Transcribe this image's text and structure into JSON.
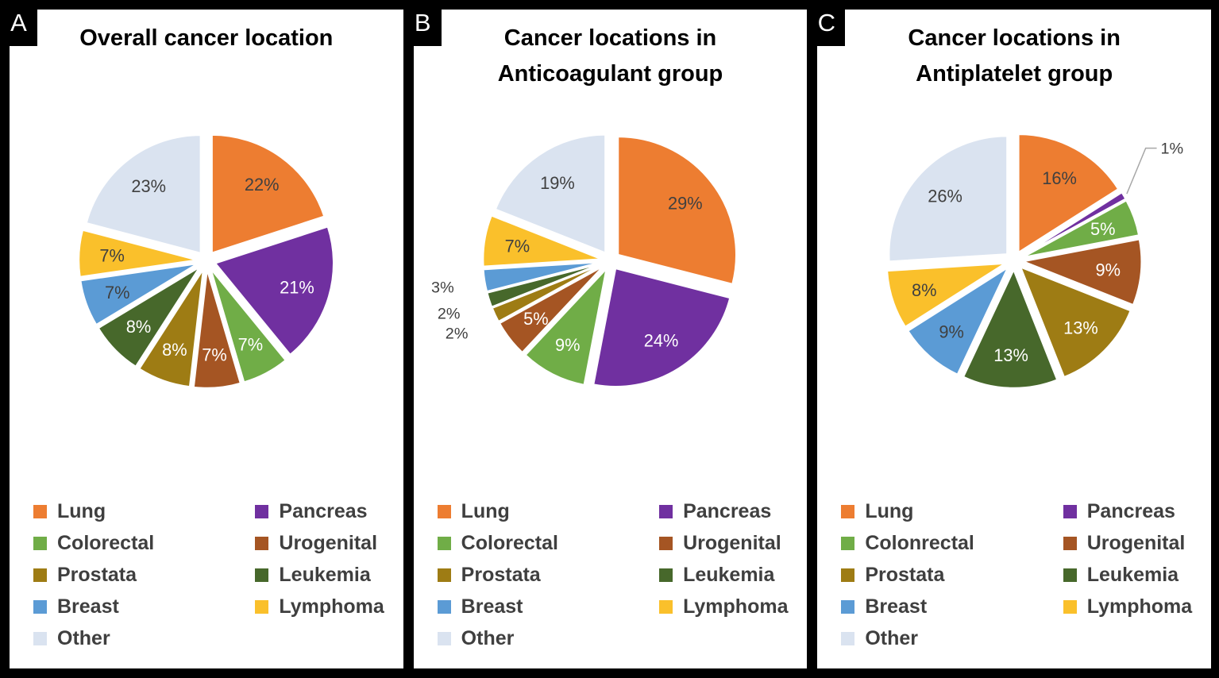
{
  "colors": {
    "frame": "#000000",
    "panel_bg": "#FFFFFF",
    "title_text": "#000000",
    "legend_text": "#3F3F3F",
    "label_dark": "#404040",
    "label_light": "#FFFFFF",
    "leader_line": "#A6A6A6",
    "lung": "#ED7D31",
    "pancreas": "#7030A0",
    "colorectal": "#70AD47",
    "urogenital": "#A55523",
    "prostata": "#9E7C14",
    "leukemia": "#47682B",
    "breast": "#5B9BD5",
    "lymphoma": "#FAC02B",
    "other": "#DAE3F0"
  },
  "chart_data": [
    {
      "type": "pie",
      "title": "Overall cancer location",
      "start_angle_deg": 0,
      "clockwise": true,
      "exploded": true,
      "legend_position": "bottom-two-columns",
      "categories": [
        "Lung",
        "Pancreas",
        "Colorectal",
        "Urogenital",
        "Prostata",
        "Leukemia",
        "Breast",
        "Lymphoma",
        "Other"
      ],
      "values": [
        22,
        21,
        7,
        7,
        8,
        8,
        7,
        7,
        23
      ],
      "labels": [
        "22%",
        "21%",
        "7%",
        "7%",
        "8%",
        "8%",
        "7%",
        "7%",
        "23%"
      ],
      "colors": [
        "#ED7D31",
        "#7030A0",
        "#70AD47",
        "#A55523",
        "#9E7C14",
        "#47682B",
        "#5B9BD5",
        "#FAC02B",
        "#DAE3F0"
      ],
      "label_colors": [
        "#404040",
        "#FFFFFF",
        "#FFFFFF",
        "#FFFFFF",
        "#FFFFFF",
        "#FFFFFF",
        "#404040",
        "#404040",
        "#404040"
      ],
      "placements": [
        "inside",
        "inside",
        "inside",
        "inside",
        "inside",
        "inside",
        "inside",
        "inside",
        "inside"
      ]
    },
    {
      "type": "pie",
      "title": "Cancer locations in\nAnticoagulant group",
      "start_angle_deg": 0,
      "clockwise": true,
      "exploded": true,
      "legend_position": "bottom-two-columns",
      "categories": [
        "Lung",
        "Pancreas",
        "Colorectal",
        "Urogenital",
        "Prostata",
        "Leukemia",
        "Breast",
        "Lymphoma",
        "Other"
      ],
      "values": [
        29,
        24,
        9,
        5,
        2,
        2,
        3,
        7,
        19
      ],
      "labels": [
        "29%",
        "24%",
        "9%",
        "5%",
        "2%",
        "2%",
        "3%",
        "7%",
        "19%"
      ],
      "colors": [
        "#ED7D31",
        "#7030A0",
        "#70AD47",
        "#A55523",
        "#9E7C14",
        "#47682B",
        "#5B9BD5",
        "#FAC02B",
        "#DAE3F0"
      ],
      "label_colors": [
        "#404040",
        "#FFFFFF",
        "#FFFFFF",
        "#FFFFFF",
        "#404040",
        "#404040",
        "#404040",
        "#404040",
        "#404040"
      ],
      "placements": [
        "inside",
        "inside",
        "inside",
        "inside",
        "outside",
        "outside",
        "outside",
        "inside",
        "inside"
      ]
    },
    {
      "type": "pie",
      "title": "Cancer locations in\nAntiplatelet group",
      "start_angle_deg": 0,
      "clockwise": true,
      "exploded": true,
      "legend_position": "bottom-two-columns",
      "categories": [
        "Lung",
        "Pancreas",
        "Colonrectal",
        "Urogenital",
        "Prostata",
        "Leukemia",
        "Breast",
        "Lymphoma",
        "Other"
      ],
      "values": [
        16,
        1,
        5,
        9,
        13,
        13,
        9,
        8,
        26
      ],
      "labels": [
        "16%",
        "1%",
        "5%",
        "9%",
        "13%",
        "13%",
        "9%",
        "8%",
        "26%"
      ],
      "colors": [
        "#ED7D31",
        "#7030A0",
        "#70AD47",
        "#A55523",
        "#9E7C14",
        "#47682B",
        "#5B9BD5",
        "#FAC02B",
        "#DAE3F0"
      ],
      "label_colors": [
        "#404040",
        "#404040",
        "#FFFFFF",
        "#FFFFFF",
        "#FFFFFF",
        "#FFFFFF",
        "#404040",
        "#404040",
        "#404040"
      ],
      "placements": [
        "inside",
        "callout",
        "inside",
        "inside",
        "inside",
        "inside",
        "inside",
        "inside",
        "inside"
      ]
    }
  ],
  "panels": [
    {
      "letter": "A",
      "legend": {
        "left": [
          {
            "label": "Lung",
            "color": "#ED7D31"
          },
          {
            "label": "Colorectal",
            "color": "#70AD47"
          },
          {
            "label": "Prostata",
            "color": "#9E7C14"
          },
          {
            "label": "Breast",
            "color": "#5B9BD5"
          },
          {
            "label": "Other",
            "color": "#DAE3F0"
          }
        ],
        "right": [
          {
            "label": "Pancreas",
            "color": "#7030A0"
          },
          {
            "label": "Urogenital",
            "color": "#A55523"
          },
          {
            "label": "Leukemia",
            "color": "#47682B"
          },
          {
            "label": "Lymphoma",
            "color": "#FAC02B"
          }
        ]
      }
    },
    {
      "letter": "B",
      "legend": {
        "left": [
          {
            "label": "Lung",
            "color": "#ED7D31"
          },
          {
            "label": "Colorectal",
            "color": "#70AD47"
          },
          {
            "label": "Prostata",
            "color": "#9E7C14"
          },
          {
            "label": "Breast",
            "color": "#5B9BD5"
          },
          {
            "label": "Other",
            "color": "#DAE3F0"
          }
        ],
        "right": [
          {
            "label": "Pancreas",
            "color": "#7030A0"
          },
          {
            "label": "Urogenital",
            "color": "#A55523"
          },
          {
            "label": "Leukemia",
            "color": "#47682B"
          },
          {
            "label": "Lymphoma",
            "color": "#FAC02B"
          }
        ]
      }
    },
    {
      "letter": "C",
      "legend": {
        "left": [
          {
            "label": "Lung",
            "color": "#ED7D31"
          },
          {
            "label": "Colonrectal",
            "color": "#70AD47"
          },
          {
            "label": "Prostata",
            "color": "#9E7C14"
          },
          {
            "label": "Breast",
            "color": "#5B9BD5"
          },
          {
            "label": "Other",
            "color": "#DAE3F0"
          }
        ],
        "right": [
          {
            "label": "Pancreas",
            "color": "#7030A0"
          },
          {
            "label": "Urogenital",
            "color": "#A55523"
          },
          {
            "label": "Leukemia",
            "color": "#47682B"
          },
          {
            "label": "Lymphoma",
            "color": "#FAC02B"
          }
        ]
      }
    }
  ]
}
